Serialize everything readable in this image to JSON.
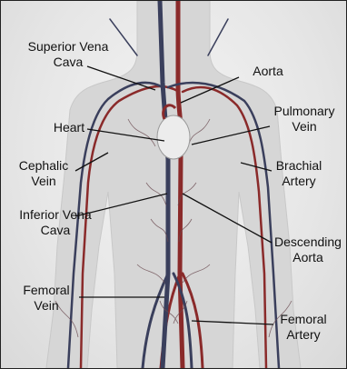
{
  "colors": {
    "background": "#e9e9e9",
    "body": "#d9d9d9",
    "vein": "#3a3f5c",
    "artery": "#8a2a2a",
    "heart": "#e8e8e8",
    "leader": "#111111"
  },
  "labels": {
    "superior_vena_cava": [
      "Superior Vena",
      "Cava"
    ],
    "aorta": "Aorta",
    "heart": "Heart",
    "pulmonary_vein": [
      "Pulmonary",
      "Vein"
    ],
    "cephalic_vein": [
      "Cephalic",
      "Vein"
    ],
    "brachial_artery": [
      "Brachial",
      "Artery"
    ],
    "inferior_vena_cava": [
      "Inferior Vena",
      "Cava"
    ],
    "descending_aorta": [
      "Descending",
      "Aorta"
    ],
    "femoral_vein": [
      "Femoral",
      "Vein"
    ],
    "femoral_artery": [
      "Femoral",
      "Artery"
    ]
  }
}
